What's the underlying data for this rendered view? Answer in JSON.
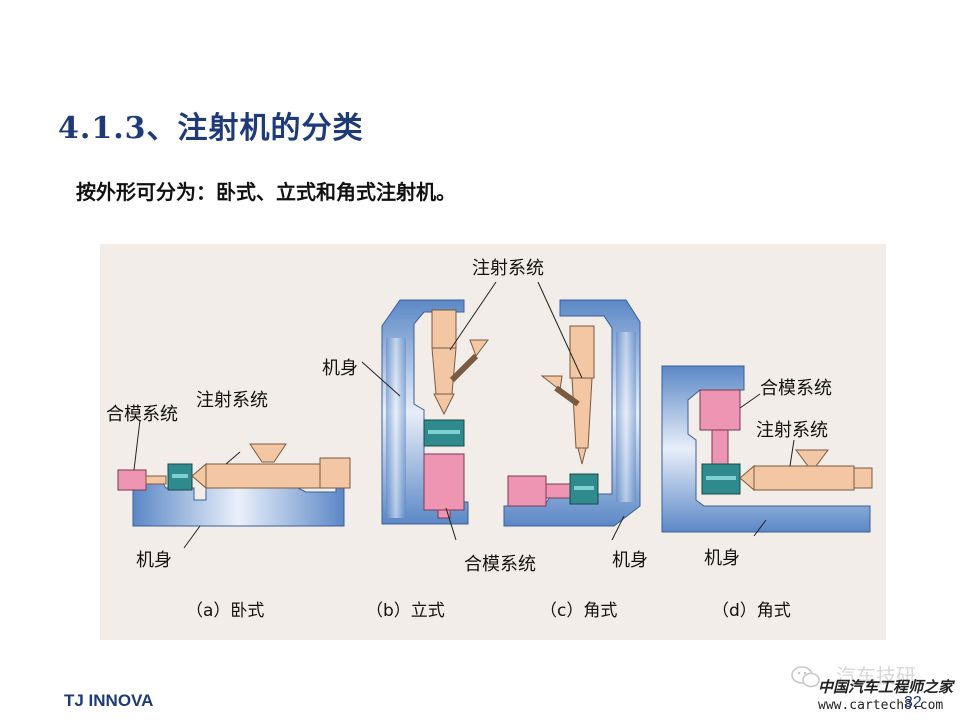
{
  "slide": {
    "title": "4.1.3、注射机的分类",
    "subtitle": "按外形可分为：卧式、立式和角式注射机。"
  },
  "diagram": {
    "labels": {
      "a_clamp": "合模系统",
      "a_inject": "注射系统",
      "a_body": "机身",
      "b_body": "机身",
      "bc_inject": "注射系统",
      "bc_clamp": "合模系统",
      "c_body": "机身",
      "d_clamp": "合模系统",
      "d_inject": "注射系统",
      "d_body": "机身"
    },
    "captions": {
      "a": "（a）卧式",
      "b": "（b）立式",
      "c": "（c）角式",
      "d": "（d）角式"
    },
    "colors": {
      "frame_blue": "#5b88c6",
      "injection_peach": "#f3c7a4",
      "clamp_pink": "#ef95b4",
      "mold_teal": "#2f8a8d",
      "panel_bg": "#f2ede8"
    }
  },
  "footer": {
    "company": "TJ INNOVA",
    "page_number": "32",
    "watermark_top": "汽车技研",
    "watermark_mid": "中国汽车工程师之家",
    "watermark_url": "www.cartech8.com"
  }
}
